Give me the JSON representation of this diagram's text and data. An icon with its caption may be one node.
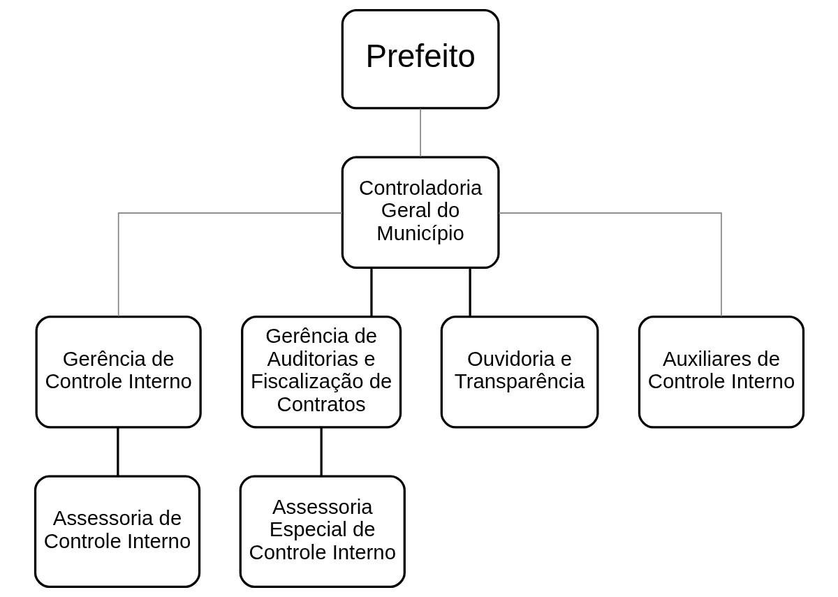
{
  "diagram": {
    "nodes": [
      {
        "text": [
          "Prefeito"
        ]
      },
      {
        "text": [
          "Controladoria Geral do Município"
        ]
      },
      {
        "text": [
          "Gerência de Controle Interno"
        ]
      },
      {
        "text": [
          "Gerência de Auditorias e Fiscalização de Contratos"
        ]
      },
      {
        "text": [
          "Ouvidoria e Transparência"
        ]
      },
      {
        "text": [
          "Auxiliares de Controle Interno"
        ]
      },
      {
        "text": [
          "Assessoria de Controle Interno"
        ]
      },
      {
        "text": [
          "Assessoria Especial de Controle Interno"
        ]
      }
    ],
    "edges": [
      {
        "from": 0,
        "to": 1,
        "arrow": "none",
        "color": "#808080"
      },
      {
        "from": 1,
        "to": 2,
        "arrow": "none",
        "color": "#808080"
      },
      {
        "from": 1,
        "to": 3,
        "arrow": "none"
      },
      {
        "from": 1,
        "to": 4,
        "arrow": "none"
      },
      {
        "from": 1,
        "to": 5,
        "arrow": "none",
        "color": "#808080"
      },
      {
        "from": 2,
        "to": 6,
        "arrow": "none"
      },
      {
        "from": 3,
        "to": 7,
        "arrow": "none"
      }
    ]
  }
}
